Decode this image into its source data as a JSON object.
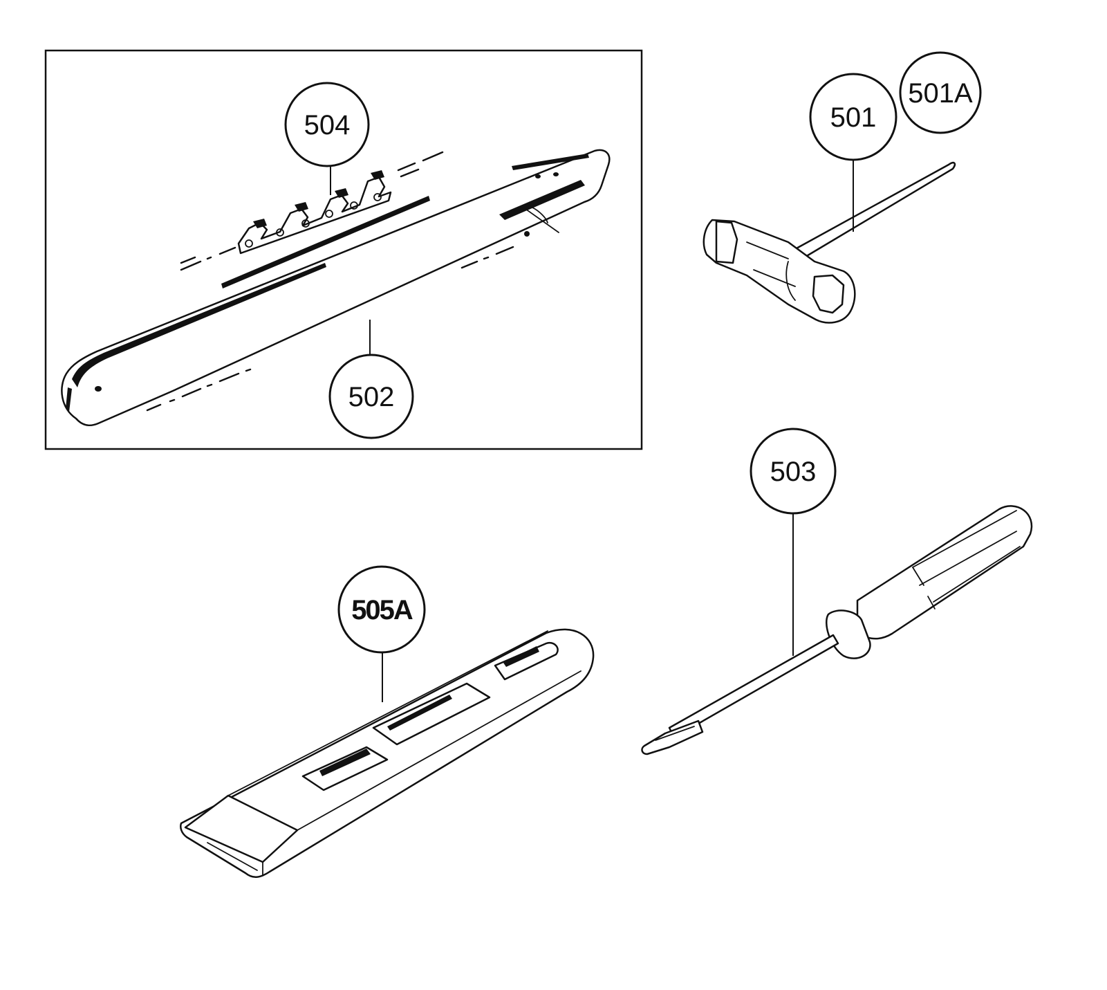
{
  "callouts": {
    "c504": "504",
    "c502": "502",
    "c501": "501",
    "c501A": "501A",
    "c503": "503",
    "c505A": "505A"
  },
  "icons": [
    "guide-bar",
    "saw-chain",
    "t-wrench",
    "screwdriver",
    "bar-cover"
  ],
  "colors": {
    "ink": "#111111",
    "paper": "#ffffff"
  }
}
